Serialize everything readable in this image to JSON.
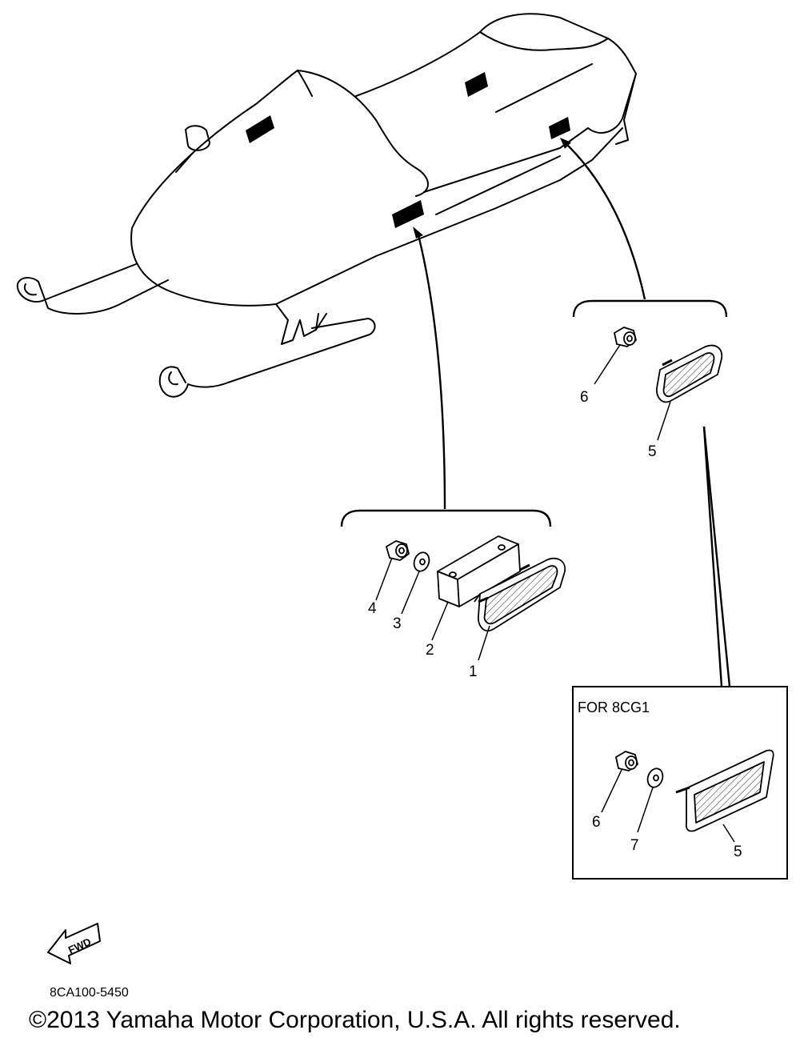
{
  "diagram": {
    "variant_box_title": "FOR 8CG1",
    "fwd_label": "FWD",
    "drawing_code": "8CA100-5450",
    "callouts": {
      "c1": "1",
      "c2": "2",
      "c3": "3",
      "c4": "4",
      "c5_rear": "5",
      "c6_rear": "6",
      "c5_box": "5",
      "c6_box": "6",
      "c7_box": "7"
    }
  },
  "footer": {
    "copyright": "©2013 Yamaha Motor Corporation, U.S.A. All rights reserved."
  }
}
